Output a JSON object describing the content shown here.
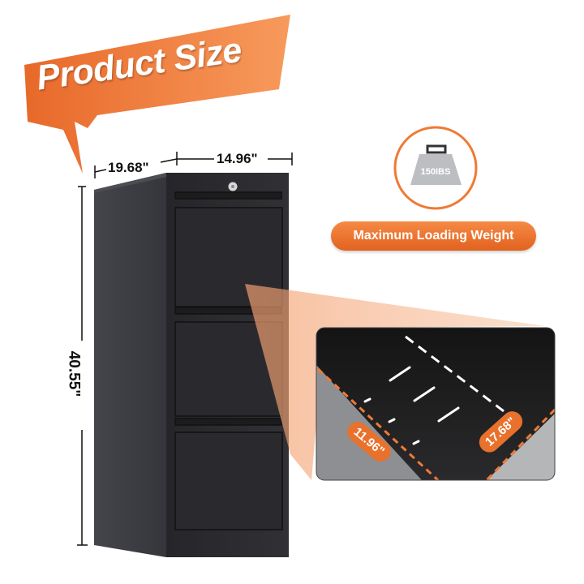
{
  "banner": {
    "title": "Product Size",
    "color": "#f07a35"
  },
  "dimensions": {
    "depth": "19.68\"",
    "width": "14.96\"",
    "height": "40.55\""
  },
  "weight_badge": {
    "icon": "weight-icon",
    "label": "150IBS",
    "caption": "Maximum Loading Weight",
    "accent": "#f07a35"
  },
  "drawer_detail": {
    "inner_width": "11.96\"",
    "inner_length": "17.68\""
  },
  "cabinet": {
    "color": "#2b2b2f",
    "drawers": 3
  }
}
